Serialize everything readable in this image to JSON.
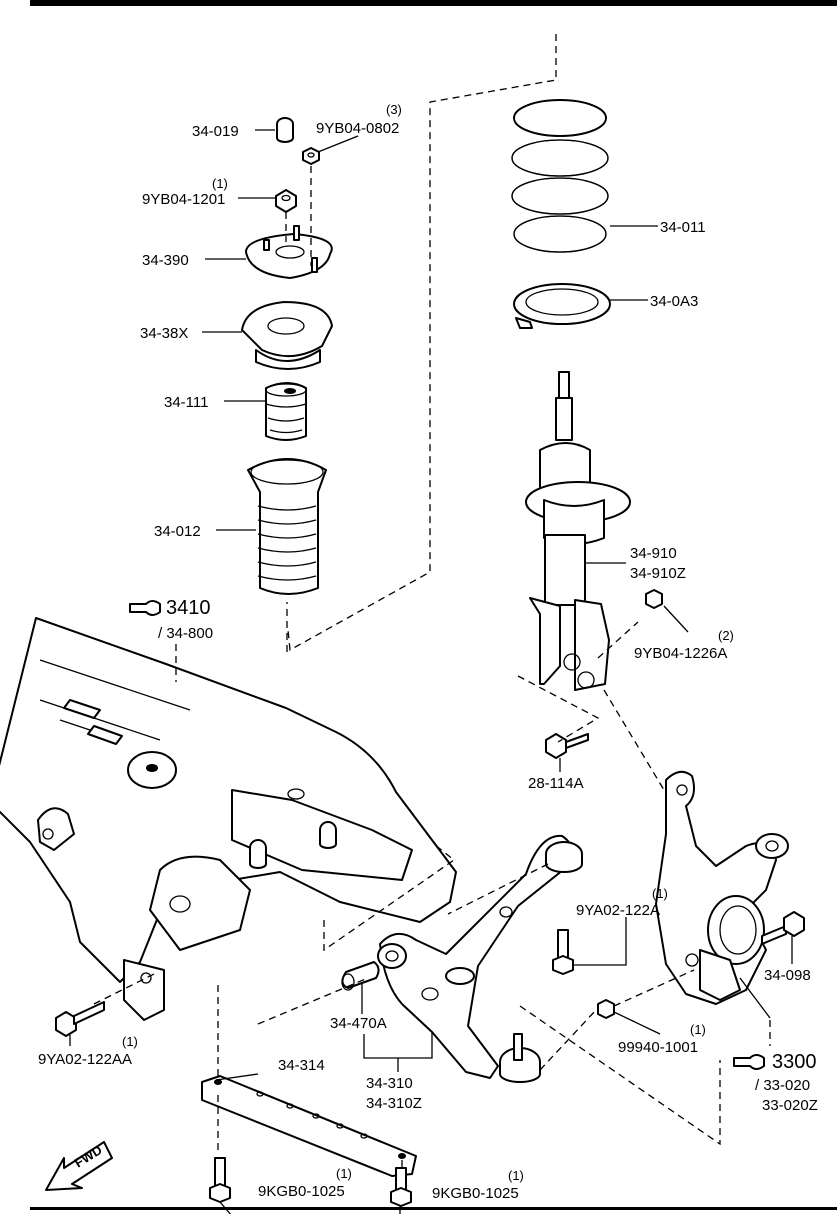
{
  "diagram": {
    "callouts": [
      {
        "id": "c-34-019",
        "text": "34-019"
      },
      {
        "id": "c-9yb04-0802",
        "text": "9YB04-0802",
        "qty": "(3)"
      },
      {
        "id": "c-9yb04-1201",
        "text": "9YB04-1201",
        "qty": "(1)"
      },
      {
        "id": "c-34-390",
        "text": "34-390"
      },
      {
        "id": "c-34-38x",
        "text": "34-38X"
      },
      {
        "id": "c-34-111",
        "text": "34-111"
      },
      {
        "id": "c-34-012",
        "text": "34-012"
      },
      {
        "id": "c-34-011",
        "text": "34-011"
      },
      {
        "id": "c-34-0a3",
        "text": "34-0A3"
      },
      {
        "id": "c-34-910",
        "text": "34-910"
      },
      {
        "id": "c-34-910z",
        "text": "34-910Z"
      },
      {
        "id": "c-9yb04-1226a",
        "text": "9YB04-1226A",
        "qty": "(2)"
      },
      {
        "id": "c-28-114a",
        "text": "28-114A"
      },
      {
        "id": "c-9ya02-122a",
        "text": "9YA02-122A",
        "qty": "(1)"
      },
      {
        "id": "c-34-098",
        "text": "34-098"
      },
      {
        "id": "c-99940-1001",
        "text": "99940-1001",
        "qty": "(1)"
      },
      {
        "id": "c-34-470a",
        "text": "34-470A"
      },
      {
        "id": "c-34-314",
        "text": "34-314"
      },
      {
        "id": "c-34-310",
        "text": "34-310"
      },
      {
        "id": "c-34-310z",
        "text": "34-310Z"
      },
      {
        "id": "c-9ya02-122aa",
        "text": "9YA02-122AA",
        "qty": "(1)"
      },
      {
        "id": "c-9kgb0-1025-a",
        "text": "9KGB0-1025",
        "qty": "(1)"
      },
      {
        "id": "c-9kgb0-1025-b",
        "text": "9KGB0-1025",
        "qty": "(1)"
      }
    ],
    "refs": [
      {
        "id": "r-3410",
        "section": "3410",
        "sub": "/ 34-800"
      },
      {
        "id": "r-3300",
        "section": "3300",
        "sub": "/ 33-020",
        "sub2": "33-020Z"
      }
    ],
    "fwd": "FWD"
  }
}
